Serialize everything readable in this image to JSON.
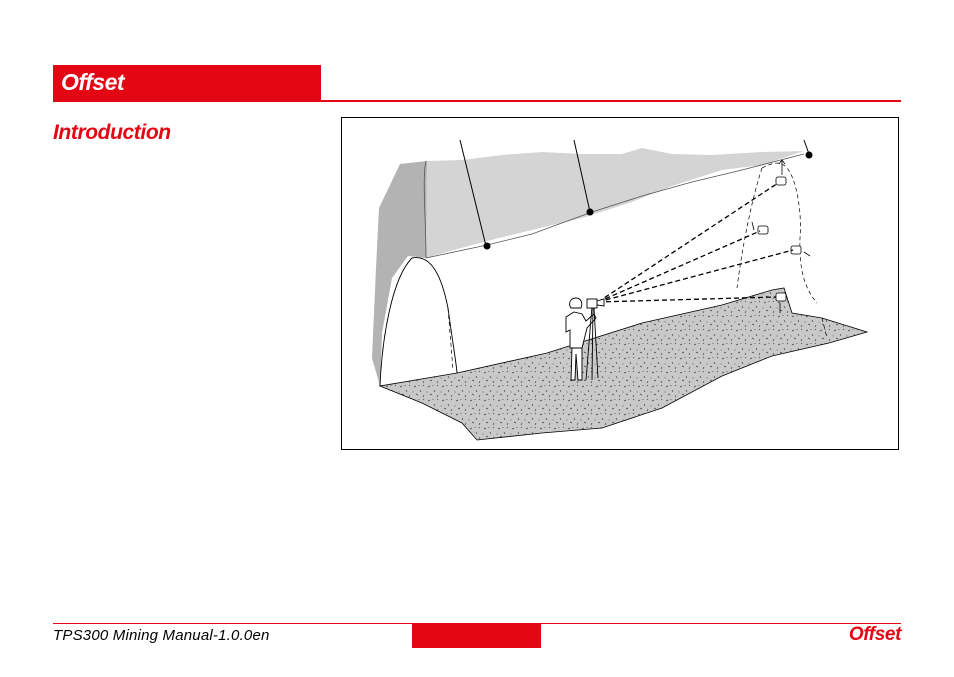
{
  "header": {
    "chapter_title": "Offset"
  },
  "content": {
    "section_heading": "Introduction",
    "figure": {
      "description_icon": "tunnel-survey-illustration"
    }
  },
  "footer": {
    "manual_name": "TPS300 Mining Manual-1.0.0en",
    "page_number": "",
    "chapter_name": "Offset"
  },
  "colors": {
    "accent": "#e30613",
    "tunnel_wall": "#bdbdbd",
    "tunnel_roof": "#d6d6d6",
    "floor": "#c8c8c8"
  }
}
